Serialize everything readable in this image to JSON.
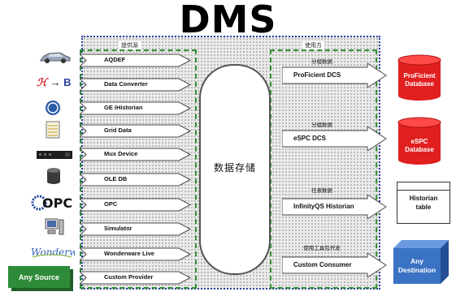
{
  "title": "DMS",
  "groups": {
    "providers_label": "提供源",
    "consumers_label": "使用方"
  },
  "storage_label": "数据存储",
  "sources": [
    {
      "label": "AQDEF",
      "icon": "car-icon"
    },
    {
      "label": "Data Converter",
      "icon": "conversion-icon"
    },
    {
      "label": "GE iHistorian",
      "icon": "ge-logo-icon"
    },
    {
      "label": "Grid Data",
      "icon": "spreadsheet-icon"
    },
    {
      "label": "Mux Device",
      "icon": "mux-device-icon"
    },
    {
      "label": "OLE DB",
      "icon": "database-icon"
    },
    {
      "label": "OPC",
      "icon": "opc-logo-icon"
    },
    {
      "label": "Simulator",
      "icon": "computer-icon"
    },
    {
      "label": "Wonderware Live",
      "icon": "wonderware-logo-icon"
    },
    {
      "label": "Custom Provider",
      "icon": null
    }
  ],
  "any_source": "Any Source",
  "conversion_symbol_b": "B",
  "consumers": [
    {
      "tag": "分组数据",
      "label": "ProFicient DCS"
    },
    {
      "tag": "分组数据",
      "label": "eSPC DCS"
    },
    {
      "tag": "任意数据",
      "label": "InfinityQS Historian"
    },
    {
      "tag": "使用工具包开发",
      "label": "Custom Consumer"
    }
  ],
  "targets": {
    "proficient_db": [
      "ProFicient",
      "Database"
    ],
    "espc_db": [
      "eSPC",
      "Database"
    ],
    "historian_table": [
      "Historian",
      "table"
    ],
    "any_destination": [
      "Any",
      "Destination"
    ]
  },
  "colors": {
    "border_blue": "#2c3fa0",
    "group_green": "#2f8f34",
    "db_red": "#e0201f",
    "any_source_green": "#2e8b3a",
    "destination_blue": "#3a72c4"
  }
}
